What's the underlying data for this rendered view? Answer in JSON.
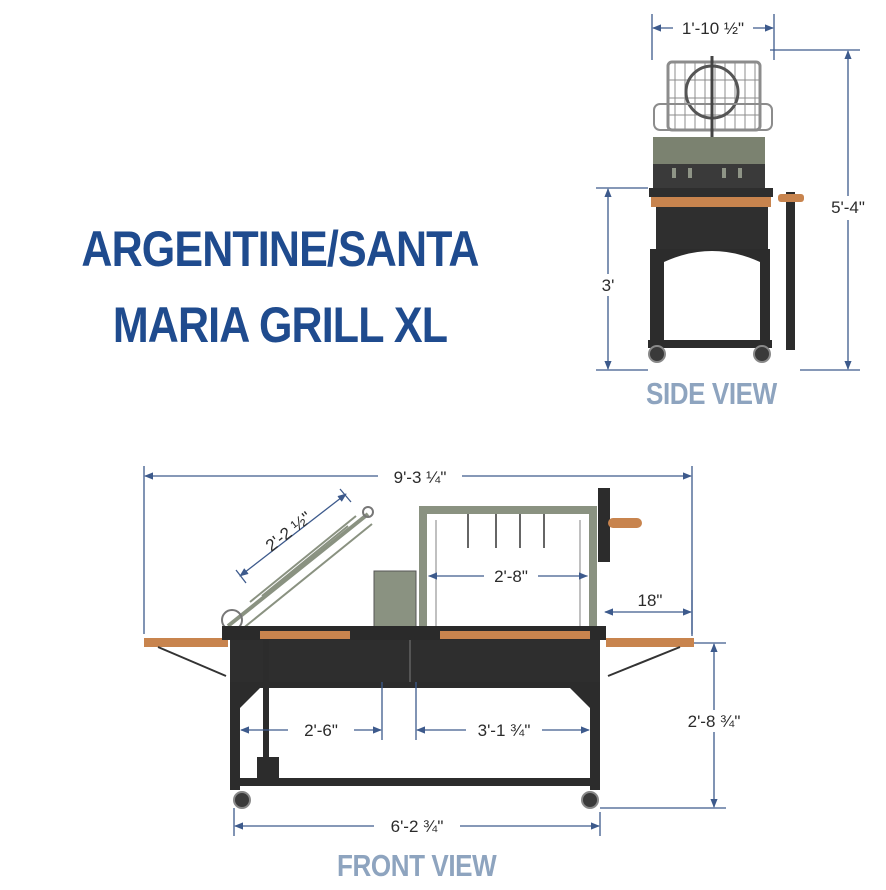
{
  "title": {
    "line1": "ARGENTINE/SANTA",
    "line2": "MARIA GRILL XL"
  },
  "views": {
    "side": {
      "label": "SIDE VIEW",
      "dims": {
        "width": "1'-10 ½\"",
        "height_total": "5'-4\"",
        "height_table": "3'"
      }
    },
    "front": {
      "label": "FRONT VIEW",
      "dims": {
        "overall": "9'-3 ¼\"",
        "grate_diag": "2'-2 ½\"",
        "rack": "2'-8\"",
        "side_shelf": "18\"",
        "height": "2'-8 ¾\"",
        "left_bay": "2'-6\"",
        "right_bay": "3'-1 ¾\"",
        "base": "6'-2 ¾\""
      }
    }
  },
  "colors": {
    "title": "#1f4b8e",
    "label": "#8ea4bf",
    "dimension_line": "#3d5a8c",
    "steel": "#2a2a2a",
    "wood": "#c8844e",
    "frame": "#8a9281"
  }
}
